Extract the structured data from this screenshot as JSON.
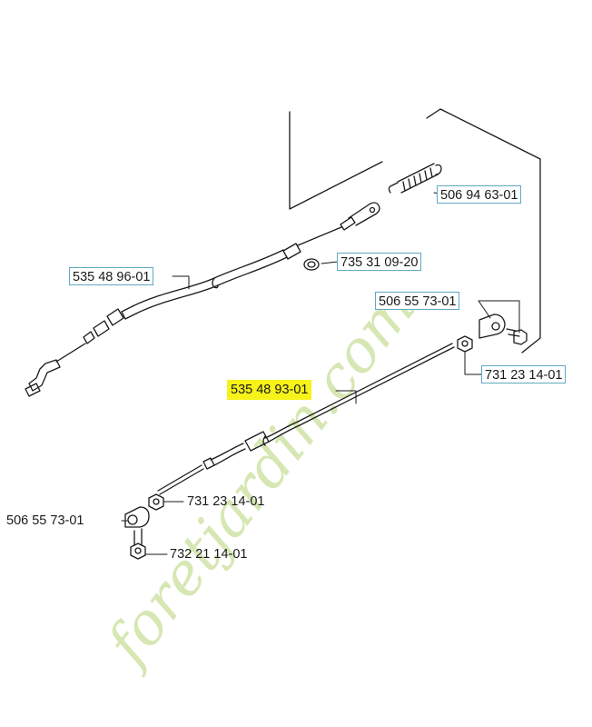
{
  "parts": {
    "p1": "506 94 63-01",
    "p2": "735 31 09-20",
    "p3": "535 48 96-01",
    "p4": "506 55 73-01",
    "p5": "731 23 14-01",
    "p6": "535 48 93-01",
    "p7": "731 23 14-01",
    "p8": "506 55 73-01",
    "p9": "732 21 14-01"
  },
  "watermark": {
    "text": "foretjardin.com",
    "color": "#cfe3a6"
  },
  "colors": {
    "line": "#1a1a1a",
    "label_border": "#5fa9c4",
    "highlight": "#f6f21a"
  }
}
